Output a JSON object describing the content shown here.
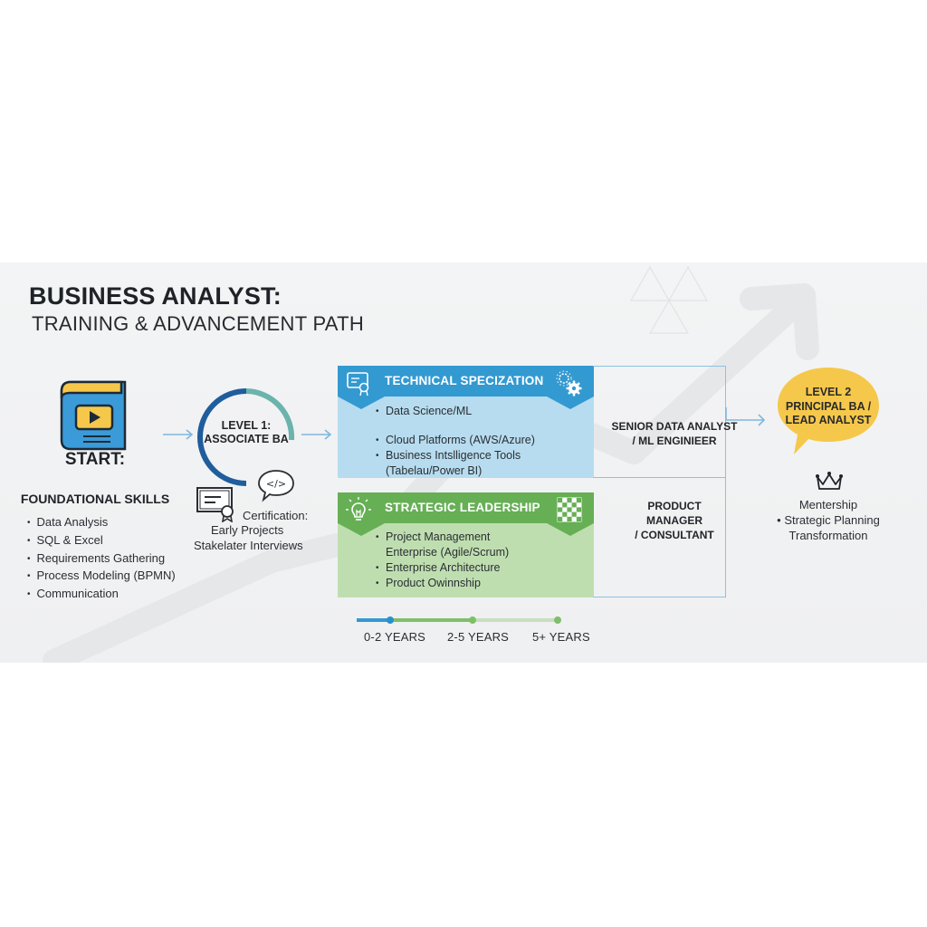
{
  "header": {
    "title": "BUSINESS ANALYST:",
    "subtitle": "TRAINING & ADVANCEMENT PATH"
  },
  "start": {
    "icon": "book-video-icon",
    "title": "START:",
    "subtitle": "FOUNDATIONAL SKILLS",
    "skills": [
      "Data Analysis",
      "SQL & Excel",
      "Requirements Gathering",
      "Process Modeling (BPMN)",
      "Communication"
    ]
  },
  "level1": {
    "label_line1": "LEVEL 1:",
    "label_line2": "ASSOCIATE BA",
    "icons": [
      "certificate-icon",
      "code-bubble-icon"
    ],
    "lines": [
      "Certification:",
      "Early Projects",
      "Stakelater Interviews"
    ]
  },
  "tracks": [
    {
      "title": "TECHNICAL SPECIZATION",
      "color": "#3399d1",
      "body_color": "#b7dcef",
      "icon_left": "certificate-icon",
      "icon_right": "gears-icon",
      "items": [
        {
          "text": "Data Science/ML",
          "bullet": true
        },
        {
          "text": "Cloud Platforms (AWS/Azure)",
          "bullet": true
        },
        {
          "text": "Business Intslligence Tools",
          "bullet": true
        },
        {
          "text": "(Tabelau/Power BI)",
          "bullet": false
        }
      ],
      "role_line1": "SENIOR DATA ANALYST",
      "role_line2": "/ ML ENGINIEER"
    },
    {
      "title": "STRATEGIC LEADERSHIP",
      "color": "#66af55",
      "body_color": "#bfdeb0",
      "icon_left": "lightbulb-icon",
      "icon_right": "chessboard-icon",
      "items": [
        {
          "text": "Project Management",
          "bullet": true
        },
        {
          "text": "Enterprise (Agile/Scrum)",
          "bullet": false
        },
        {
          "text": "Enterprise Architecture",
          "bullet": true
        },
        {
          "text": "Product Owinnship",
          "bullet": true
        }
      ],
      "role_line1": "PRODUCT",
      "role_line2": "MANAGER",
      "role_line3": "/ CONSULTANT"
    }
  ],
  "level2": {
    "line1": "LEVEL 2",
    "line2": "PRINCIPAL BA /",
    "line3": "LEAD ANALYST",
    "bubble_color": "#f5c84c",
    "icon": "crown-icon",
    "lines": [
      "Mentership",
      "• Strategic Planning",
      "Transformation"
    ]
  },
  "timeline": {
    "labels": [
      "0-2 YEARS",
      "2-5 YEARS",
      "5+ YEARS"
    ],
    "colors": [
      "#3399d1",
      "#7fbf6a",
      "#c8dfc0"
    ]
  }
}
